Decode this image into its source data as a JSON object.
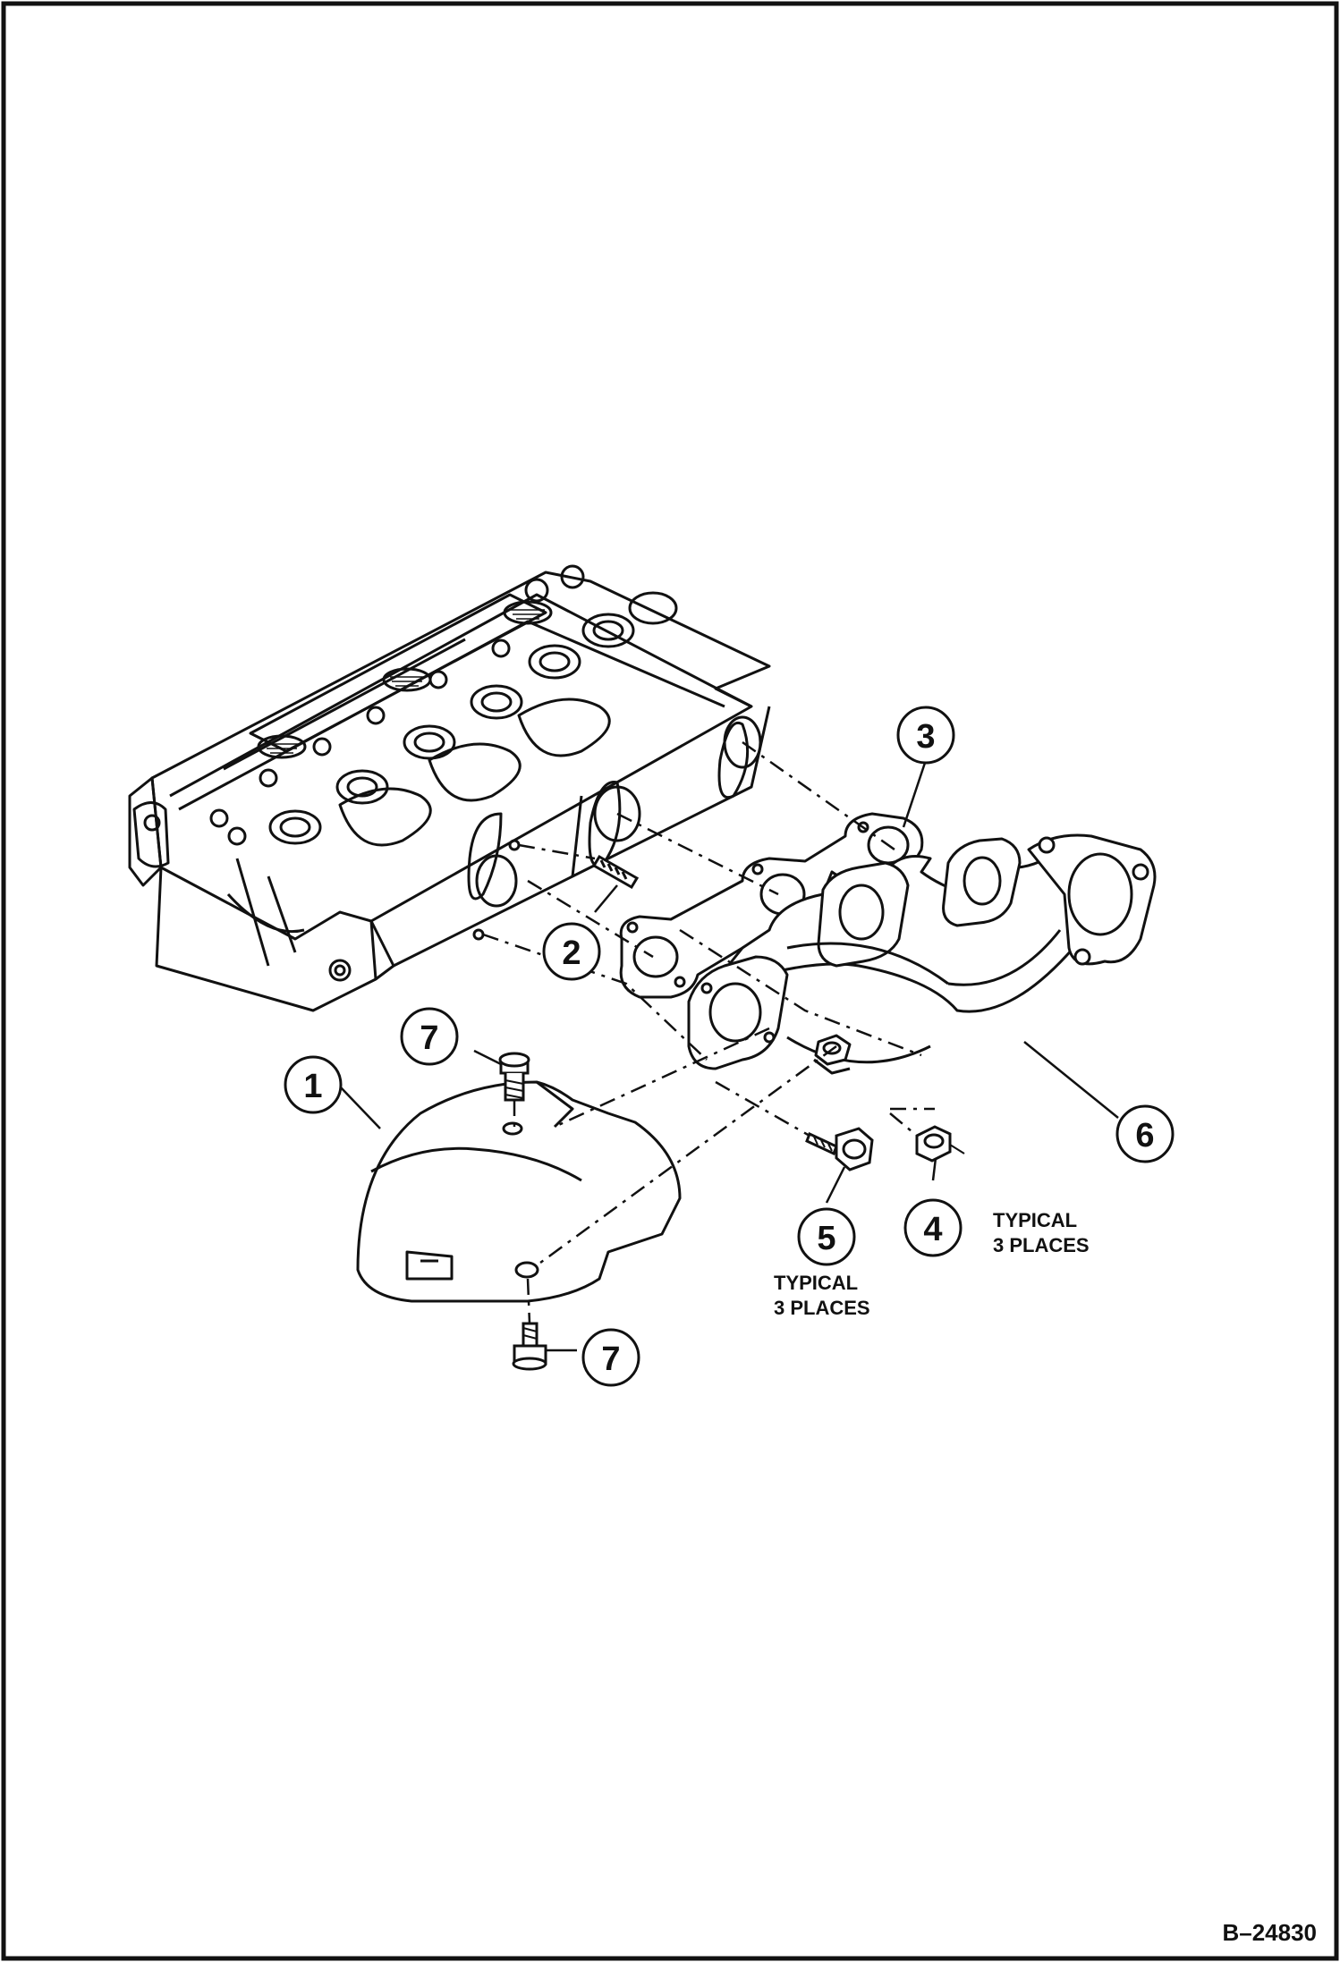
{
  "diagram": {
    "figure_number": "B–24830",
    "callouts": [
      {
        "id": "c1",
        "label": "1"
      },
      {
        "id": "c2",
        "label": "2"
      },
      {
        "id": "c3",
        "label": "3"
      },
      {
        "id": "c4",
        "label": "4"
      },
      {
        "id": "c5",
        "label": "5"
      },
      {
        "id": "c6",
        "label": "6"
      },
      {
        "id": "c7a",
        "label": "7"
      },
      {
        "id": "c7b",
        "label": "7"
      }
    ],
    "notes": {
      "item4_line1": "TYPICAL",
      "item4_line2": "3  PLACES",
      "item5_line1": "TYPICAL",
      "item5_line2": "3  PLACES"
    }
  }
}
